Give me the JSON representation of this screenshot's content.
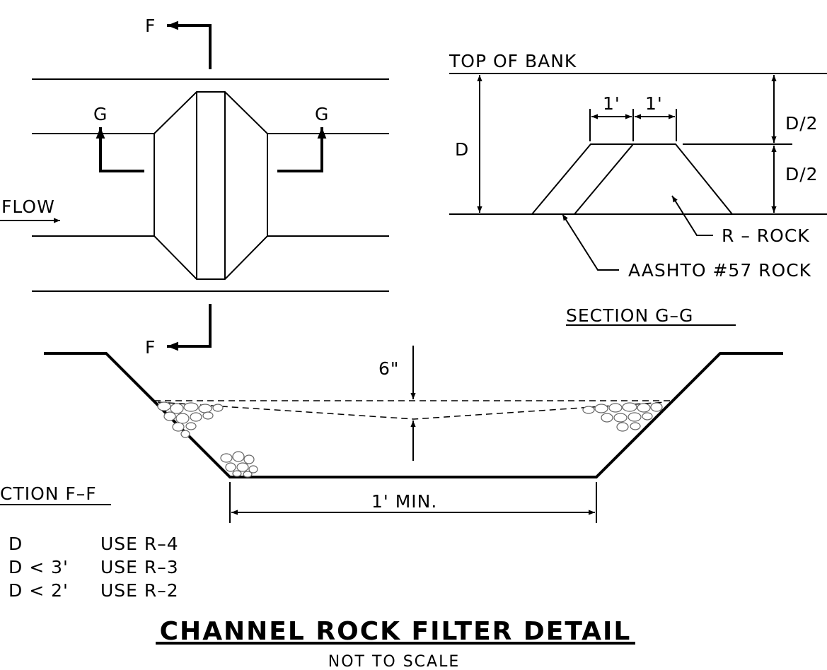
{
  "plan": {
    "section_f_top": "F",
    "section_f_bottom": "F",
    "section_g_left": "G",
    "section_g_right": "G",
    "flow_label": "FLOW"
  },
  "section_g": {
    "top_of_bank": "TOP OF BANK",
    "depth": "D",
    "width_left": "1'",
    "width_right": "1'",
    "half_upper": "D/2",
    "half_lower": "D/2",
    "r_rock": "R – ROCK",
    "aashto_rock": "AASHTO #57 ROCK",
    "title": "SECTION G–G"
  },
  "section_f": {
    "freeboard": "6\"",
    "bottom_width": "1' MIN.",
    "title": "CTION F–F"
  },
  "rock_table": [
    {
      "condition": "D",
      "use": "USE R–4"
    },
    {
      "condition": "D < 3'",
      "use": "USE R–3"
    },
    {
      "condition": "D < 2'",
      "use": "USE R–2"
    }
  ],
  "title": {
    "main": "CHANNEL ROCK FILTER DETAIL",
    "sub": "NOT TO SCALE"
  },
  "colors": {
    "line": "#000000",
    "rock_outline": "#666666",
    "background": "#ffffff"
  }
}
